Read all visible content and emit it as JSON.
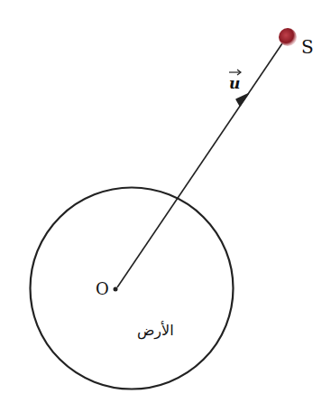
{
  "diagram": {
    "nodes": [
      {
        "text": [
          "الأرض"
        ]
      }
    ],
    "labels": [
      "S",
      "u",
      "O"
    ]
  }
}
